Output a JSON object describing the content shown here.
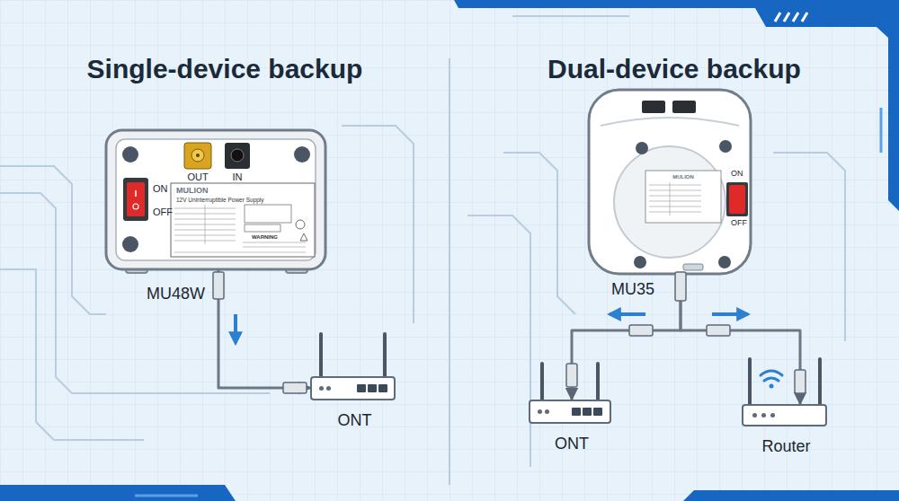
{
  "diagram": {
    "nodes": [
      {
        "text": [
          "MU48W"
        ]
      },
      {
        "text": [
          "ONT"
        ]
      },
      {
        "text": [
          "MU35"
        ]
      },
      {
        "text": [
          "ONT"
        ]
      },
      {
        "text": [
          "Router"
        ]
      }
    ],
    "edges": [
      {
        "from": 0,
        "to": 1,
        "arrow": "to"
      },
      {
        "from": 2,
        "to": 3,
        "arrow": "to"
      },
      {
        "from": 2,
        "to": 4,
        "arrow": "to"
      }
    ],
    "labels": [
      "Single-device backup",
      "Dual-device backup",
      "OUT",
      "IN",
      "ON",
      "OFF",
      "MULION",
      "12V Uninterruptible Power Supply",
      "WARNING",
      "ON",
      "OFF",
      "MULION"
    ]
  }
}
